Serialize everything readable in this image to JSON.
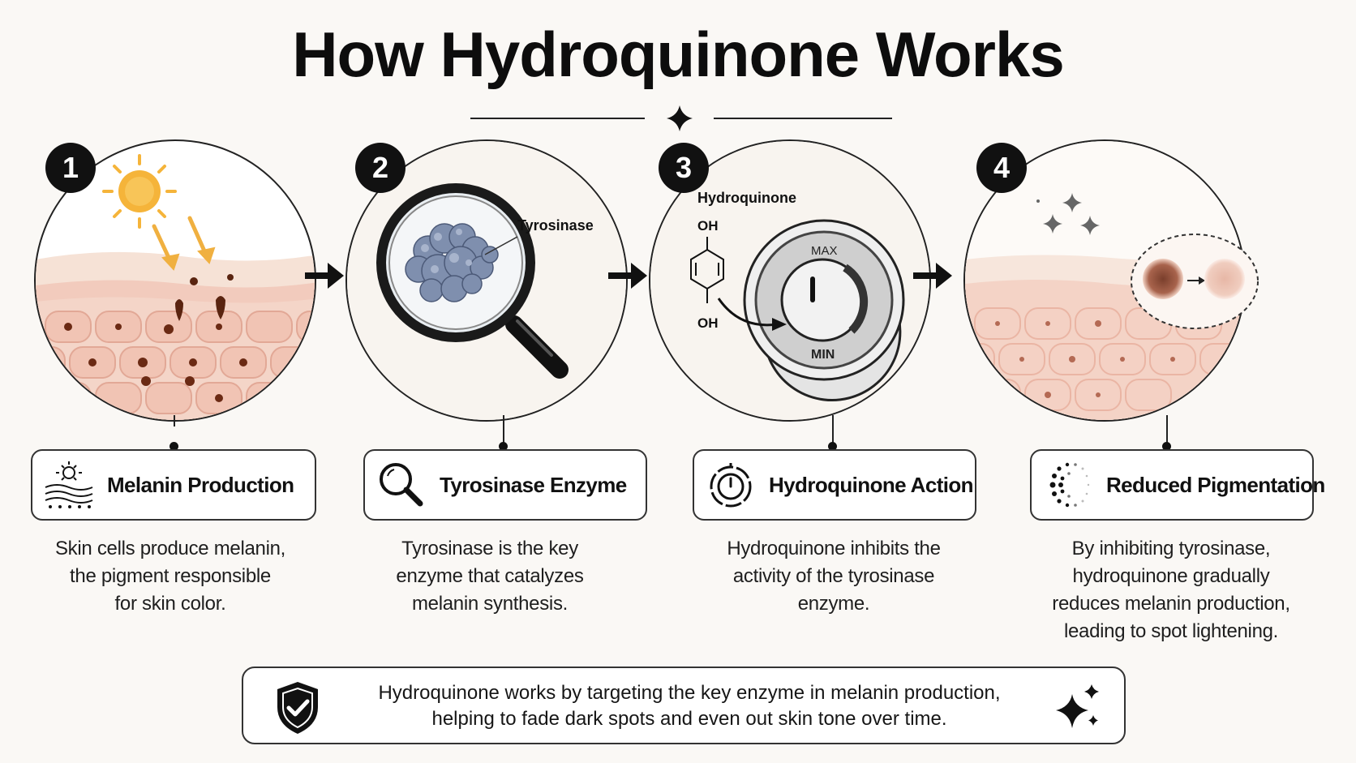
{
  "title": "How Hydroquinone Works",
  "steps": [
    {
      "number": "1",
      "label": "Melanin Production",
      "icon": "sun-skin-icon",
      "description": [
        "Skin cells produce melanin,",
        "the pigment responsible",
        "for skin color."
      ]
    },
    {
      "number": "2",
      "label": "Tyrosinase Enzyme",
      "icon": "magnifier-icon",
      "illustration_label": "Tyrosinase",
      "description": [
        "Tyrosinase is the key",
        "enzyme that catalyzes",
        "melanin synthesis."
      ]
    },
    {
      "number": "3",
      "label": "Hydroquinone Action",
      "icon": "dial-icon",
      "illustration_title": "Hydroquinone",
      "oh_top": "OH",
      "oh_bottom": "OH",
      "dial_max": "MAX",
      "dial_min": "MIN",
      "description": [
        "Hydroquinone inhibits the",
        "activity of the tyrosinase",
        "enzyme."
      ]
    },
    {
      "number": "4",
      "label": "Reduced Pigmentation",
      "icon": "fading-dots-icon",
      "description": [
        "By inhibiting tyrosinase,",
        "hydroquinone gradually",
        "reduces melanin production,",
        "leading to spot lightening."
      ]
    }
  ],
  "summary": {
    "icon": "shield-check-icon",
    "trailing_icon": "sparkle-icon",
    "lines": [
      "Hydroquinone works by targeting the key enzyme in melanin production,",
      "helping to fade dark spots and even out skin tone over time."
    ]
  },
  "colors": {
    "skin_light": "#f6e2d6",
    "skin_mid": "#eec3b3",
    "skin_cell": "#f3cbbd",
    "melanin": "#5a2410",
    "sun": "#f5b43a",
    "enzyme": "#7f8fae"
  }
}
